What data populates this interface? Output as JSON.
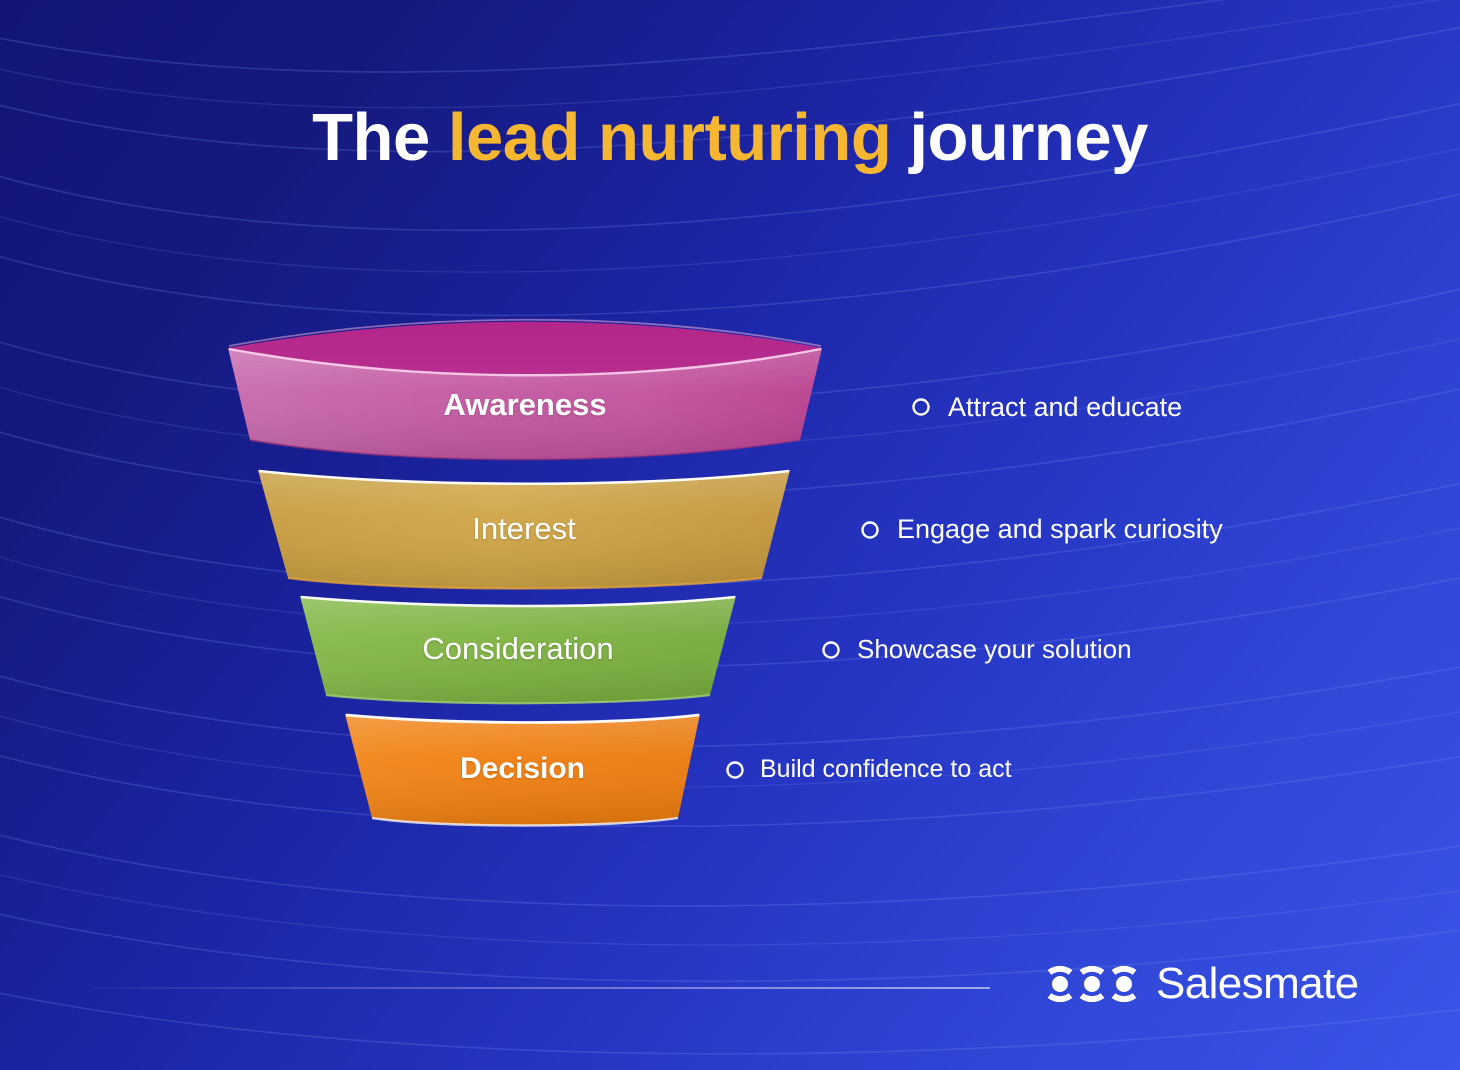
{
  "title": {
    "part1": "The ",
    "accent": "lead nurturing",
    "part2": " journey"
  },
  "colors": {
    "bg_dark": "#121574",
    "bg_light": "#3a55e8",
    "accent_gold": "#f5b731",
    "text": "#ffffff",
    "stage_awareness": "#c2529e",
    "stage_interest": "#c9a03c",
    "stage_consideration": "#7cb13f",
    "stage_decision": "#f07f11"
  },
  "funnel": {
    "stages": [
      {
        "label": "Awareness",
        "color": "#c2529e",
        "color_dark": "#a83b84",
        "color_light": "#d173b3",
        "callout": "Attract and educate"
      },
      {
        "label": "Interest",
        "color": "#c9a03c",
        "color_dark": "#b08223",
        "color_light": "#dcb85c",
        "callout": "Engage and spark curiosity"
      },
      {
        "label": "Consideration",
        "color": "#7cb13f",
        "color_dark": "#5f9130",
        "color_light": "#97c45f",
        "callout": "Showcase your solution"
      },
      {
        "label": "Decision",
        "color": "#f07f11",
        "color_dark": "#d96a05",
        "color_light": "#f89a3b",
        "callout": "Build confidence to act"
      }
    ]
  },
  "footer": {
    "brand": "Salesmate",
    "logo_icon": "salesmate-chain-logo-icon"
  },
  "chart_data": {
    "type": "funnel",
    "title": "The lead nurturing journey",
    "stages": [
      "Awareness",
      "Interest",
      "Consideration",
      "Decision"
    ],
    "descriptions": [
      "Attract and educate",
      "Engage and spark curiosity",
      "Showcase your solution",
      "Build confidence to act"
    ],
    "widths": [
      590,
      532,
      436,
      355
    ],
    "colors": [
      "#c2529e",
      "#c9a03c",
      "#7cb13f",
      "#f07f11"
    ],
    "legend": "none",
    "grid": false
  }
}
